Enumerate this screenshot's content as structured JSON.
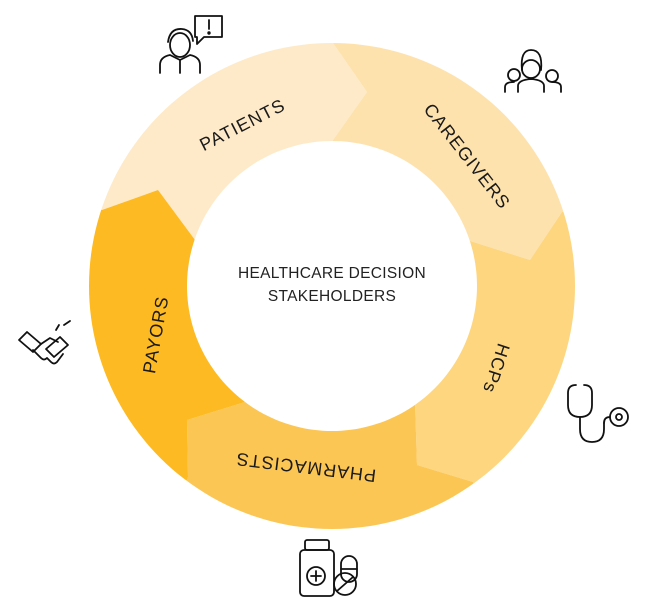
{
  "center": {
    "line1": "HEALTHCARE DECISION",
    "line2": "STAKEHOLDERS"
  },
  "segments": [
    {
      "label": "PATIENTS",
      "color": "#FEEAC8",
      "icon": "patient-alert-icon"
    },
    {
      "label": "CAREGIVERS",
      "color": "#FEE2AD",
      "icon": "family-group-icon"
    },
    {
      "label": "HCPs",
      "color": "#FDD67F",
      "icon": "stethoscope-icon"
    },
    {
      "label": "PHARMACISTS",
      "color": "#FCC655",
      "icon": "pill-bottle-icon"
    },
    {
      "label": "PAYORS",
      "color": "#FDBA22",
      "icon": "handshake-icon"
    }
  ]
}
